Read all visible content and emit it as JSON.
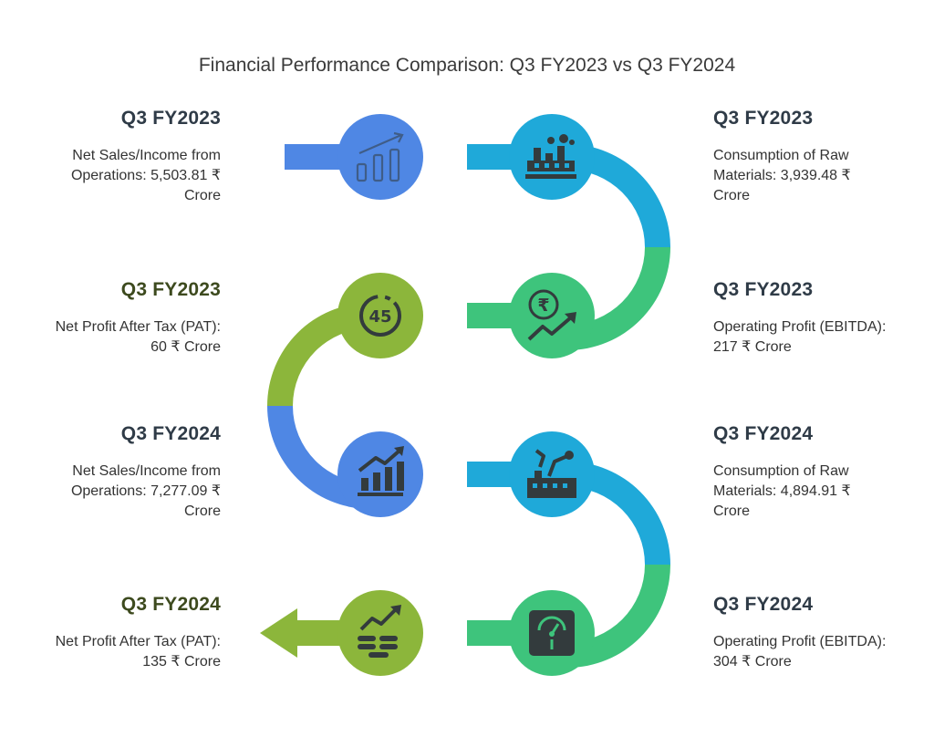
{
  "title": "Financial Performance Comparison: Q3 FY2023 vs Q3 FY2024",
  "colors": {
    "blue": "#4f87e4",
    "cyan": "#1fa9d9",
    "green": "#3ec47c",
    "olive": "#8cb63b",
    "icon_dark": "#333b3d",
    "heading_olive": "#3d4a1e",
    "heading_slate": "#2f3b47"
  },
  "steps": [
    {
      "heading": "Q3 FY2023",
      "line1": "Net Sales/Income from",
      "line2": "Operations: 5,503.81 ₹",
      "line3": "Crore",
      "icon": "bar-chart-growth-icon",
      "color": "blue"
    },
    {
      "heading": "Q3 FY2023",
      "line1": "Consumption of Raw",
      "line2": "Materials: 3,939.48 ₹",
      "line3": "Crore",
      "icon": "factory-icon",
      "color": "cyan"
    },
    {
      "heading": "Q3 FY2023",
      "line1": "Operating Profit (EBITDA):",
      "line2": "217 ₹ Crore",
      "icon": "rupee-growth-icon",
      "color": "green"
    },
    {
      "heading": "Q3 FY2023",
      "line1": "Net Profit After Tax (PAT):",
      "line2": "60 ₹ Crore",
      "icon": "timer-45-icon",
      "badge": "45",
      "color": "olive"
    },
    {
      "heading": "Q3 FY2024",
      "line1": "Net Sales/Income from",
      "line2": "Operations: 7,277.09 ₹",
      "line3": "Crore",
      "icon": "bar-chart-growth-icon",
      "color": "blue"
    },
    {
      "heading": "Q3 FY2024",
      "line1": "Consumption of Raw",
      "line2": "Materials: 4,894.91 ₹",
      "line3": "Crore",
      "icon": "robot-factory-icon",
      "color": "cyan"
    },
    {
      "heading": "Q3 FY2024",
      "line1": "Operating Profit (EBITDA):",
      "line2": "304 ₹ Crore",
      "icon": "speedometer-icon",
      "color": "green"
    },
    {
      "heading": "Q3 FY2024",
      "line1": "Net Profit After Tax (PAT):",
      "line2": "135 ₹ Crore",
      "icon": "coins-growth-icon",
      "color": "olive"
    }
  ]
}
